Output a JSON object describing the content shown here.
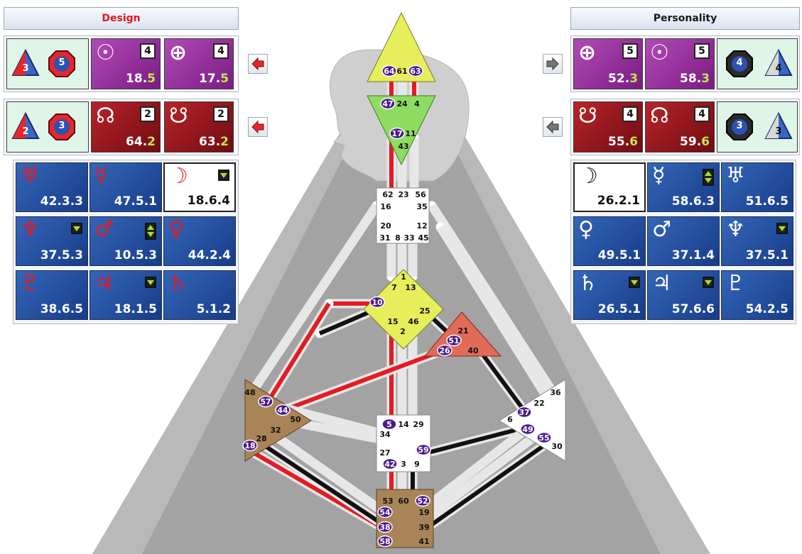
{
  "header": {
    "design": "Design",
    "personality": "Personality"
  },
  "colors": {
    "design_red": "#e0171e",
    "personality_black": "#111111",
    "gate_circle": "#4b1a8c",
    "center_yellow": "#e6ef5b",
    "center_green": "#8fdc62",
    "center_brown": "#a88456",
    "center_red": "#e06b58"
  },
  "design": {
    "sun_earth": {
      "variable_badges": [
        "3",
        "5"
      ],
      "sun": {
        "glyph": "☉",
        "line": "4",
        "gate": "18.",
        "line_value": "5"
      },
      "earth": {
        "glyph": "⊕",
        "line": "4",
        "gate": "17.",
        "line_value": "5"
      }
    },
    "nodes": {
      "variable_badges": [
        "2",
        "3"
      ],
      "north_node": {
        "glyph": "☊",
        "line": "2",
        "gate": "64.",
        "line_value": "2"
      },
      "south_node": {
        "glyph": "☋",
        "line": "2",
        "gate": "63.",
        "line_value": "2"
      }
    },
    "planets": [
      {
        "glyph": "♅",
        "value": "42.3.3",
        "marker": ""
      },
      {
        "glyph": "☿",
        "value": "47.5.1",
        "marker": ""
      },
      {
        "glyph": "☽",
        "value": "18.6.4",
        "marker": "down"
      },
      {
        "glyph": "♆",
        "value": "37.5.3",
        "marker": "down"
      },
      {
        "glyph": "♂",
        "value": "10.5.3",
        "marker": "updown"
      },
      {
        "glyph": "♀",
        "value": "44.2.4",
        "marker": ""
      },
      {
        "glyph": "♇",
        "value": "38.6.5",
        "marker": ""
      },
      {
        "glyph": "♃",
        "value": "18.1.5",
        "marker": "down"
      },
      {
        "glyph": "♄",
        "value": "5.1.2",
        "marker": ""
      }
    ],
    "arrow_icons": [
      "red-left-arrow-icon",
      "red-left-arrow-icon"
    ]
  },
  "personality": {
    "sun_earth": {
      "variable_badges": [
        "4",
        "4"
      ],
      "earth": {
        "glyph": "⊕",
        "line": "5",
        "gate": "52.",
        "line_value": "3"
      },
      "sun": {
        "glyph": "☉",
        "line": "5",
        "gate": "58.",
        "line_value": "3"
      }
    },
    "nodes": {
      "variable_badges": [
        "3",
        "3"
      ],
      "south_node": {
        "glyph": "☋",
        "line": "4",
        "gate": "55.",
        "line_value": "6"
      },
      "north_node": {
        "glyph": "☊",
        "line": "4",
        "gate": "59.",
        "line_value": "6"
      }
    },
    "planets": [
      {
        "glyph": "☽",
        "value": "26.2.1",
        "marker": ""
      },
      {
        "glyph": "☿",
        "value": "58.6.3",
        "marker": "updown"
      },
      {
        "glyph": "♅",
        "value": "51.6.5",
        "marker": ""
      },
      {
        "glyph": "♀",
        "value": "49.5.1",
        "marker": ""
      },
      {
        "glyph": "♂",
        "value": "37.1.4",
        "marker": ""
      },
      {
        "glyph": "♆",
        "value": "37.5.1",
        "marker": "down"
      },
      {
        "glyph": "♄",
        "value": "26.5.1",
        "marker": "down"
      },
      {
        "glyph": "♃",
        "value": "57.6.6",
        "marker": "down"
      },
      {
        "glyph": "♇",
        "value": "54.2.5",
        "marker": ""
      }
    ],
    "arrow_icons": [
      "gray-right-arrow-icon",
      "gray-left-arrow-icon"
    ]
  },
  "bodygraph": {
    "head": [
      "64",
      "61",
      "63"
    ],
    "ajna": [
      "47",
      "24",
      "4",
      "17",
      "11",
      "43"
    ],
    "throat": [
      "62",
      "23",
      "56",
      "16",
      "35",
      "20",
      "12",
      "31",
      "8",
      "33",
      "45"
    ],
    "g_center": [
      "1",
      "7",
      "13",
      "10",
      "25",
      "15",
      "46",
      "2"
    ],
    "heart": [
      "21",
      "51",
      "26",
      "40"
    ],
    "spleen": [
      "48",
      "57",
      "44",
      "50",
      "32",
      "28",
      "18"
    ],
    "solar_plexus": [
      "36",
      "22",
      "37",
      "6",
      "49",
      "55",
      "30"
    ],
    "sacral": [
      "5",
      "14",
      "29",
      "34",
      "27",
      "59",
      "42",
      "3",
      "9"
    ],
    "root": [
      "53",
      "60",
      "52",
      "54",
      "19",
      "38",
      "39",
      "58",
      "41"
    ],
    "highlighted_gates": [
      "64",
      "63",
      "47",
      "17",
      "10",
      "51",
      "26",
      "57",
      "44",
      "18",
      "37",
      "49",
      "55",
      "5",
      "59",
      "42",
      "52",
      "54",
      "38",
      "58"
    ]
  }
}
